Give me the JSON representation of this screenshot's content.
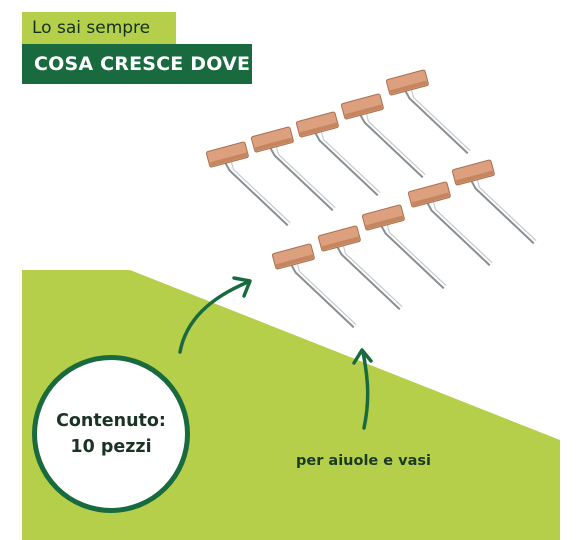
{
  "header": {
    "tagline": "Lo sai sempre",
    "title": "COSA CRESCE DOVE"
  },
  "badge": {
    "line1": "Contenuto:",
    "line2": "10 pezzi"
  },
  "caption": "per aiuole e vasi",
  "product": {
    "item": "plant-label-stake-icon",
    "count": 10
  },
  "colors": {
    "light_green": "#b5cf4b",
    "dark_green": "#196b3f",
    "label_copper": "#dca07f",
    "stake_metal": "#8a8f93",
    "text_dark": "#1a3324"
  }
}
